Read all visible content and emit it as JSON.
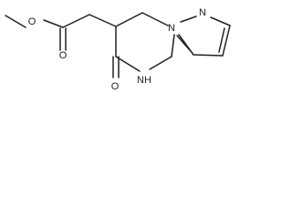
{
  "molecule": {
    "atoms": {
      "methyl_oxygen": "O",
      "carbonyl_oxygen_ester": "O",
      "bridgehead_nitrogen": "N",
      "pyrazole_nitrogen": "N",
      "lactam_oxygen": "O",
      "nh_group": "NH"
    }
  }
}
